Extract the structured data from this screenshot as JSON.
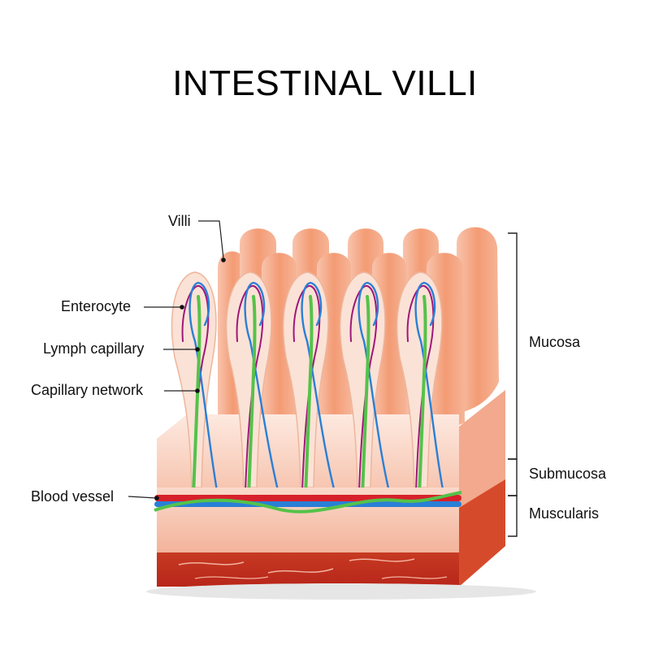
{
  "title": "INTESTINAL VILLI",
  "labels": {
    "villi": "Villi",
    "enterocyte": "Enterocyte",
    "lymph_capillary": "Lymph capillary",
    "capillary_network": "Capillary network",
    "blood_vessel": "Blood vessel",
    "mucosa": "Mucosa",
    "submucosa": "Submucosa",
    "muscularis": "Muscularis"
  },
  "colors": {
    "villus_surface": "#f6b89e",
    "villus_shade": "#f08a5d",
    "submucosa": "#fbd3c1",
    "muscularis": "#c9311c",
    "artery": "#d8202a",
    "vein": "#2a7fd6",
    "lymph": "#55c24a",
    "capillary": "#a0177a"
  }
}
